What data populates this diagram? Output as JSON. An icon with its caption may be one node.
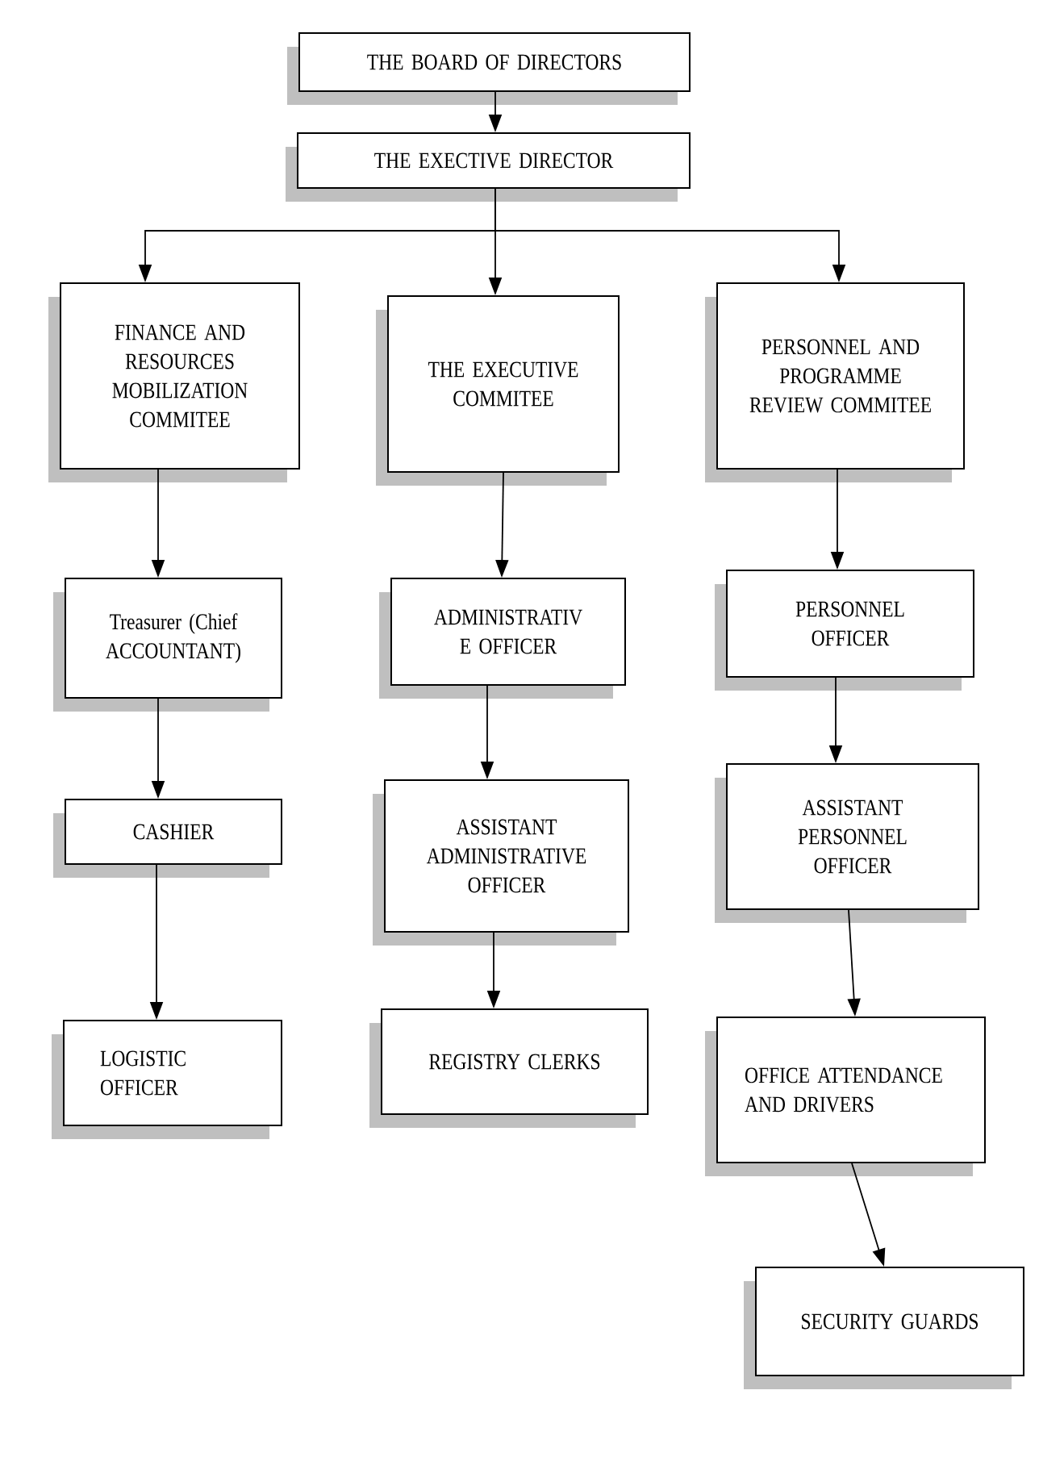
{
  "diagram": {
    "nodes": [
      {
        "text": [
          "THE BOARD OF DIRECTORS"
        ]
      },
      {
        "text": [
          "THE EXECTIVE DIRECTOR"
        ]
      },
      {
        "text": [
          "FINANCE AND RESOURCES MOBILIZATION COMMITEE"
        ]
      },
      {
        "text": [
          "THE EXECUTIVE COMMITEE"
        ]
      },
      {
        "text": [
          "PERSONNEL AND PROGRAMME REVIEW COMMITEE"
        ]
      },
      {
        "text": [
          "Treasurer (Chief ACCOUNTANT)"
        ]
      },
      {
        "text": [
          "ADMINISTRATIV E OFFICER"
        ]
      },
      {
        "text": [
          "PERSONNEL OFFICER"
        ]
      },
      {
        "text": [
          "CASHIER"
        ]
      },
      {
        "text": [
          "ASSISTANT ADMINISTRATIVE OFFICER"
        ]
      },
      {
        "text": [
          "ASSISTANT PERSONNEL OFFICER"
        ]
      },
      {
        "text": [
          "LOGISTIC OFFICER"
        ]
      },
      {
        "text": [
          "REGISTRY CLERKS"
        ]
      },
      {
        "text": [
          "OFFICE ATTENDANCE AND DRIVERS"
        ]
      },
      {
        "text": [
          "SECURITY GUARDS"
        ]
      }
    ],
    "edges": [
      {
        "from": 0,
        "to": 1,
        "arrow": "to"
      },
      {
        "from": 1,
        "to": 2,
        "arrow": "to"
      },
      {
        "from": 1,
        "to": 3,
        "arrow": "to"
      },
      {
        "from": 1,
        "to": 4,
        "arrow": "to"
      },
      {
        "from": 2,
        "to": 5,
        "arrow": "to"
      },
      {
        "from": 5,
        "to": 8,
        "arrow": "to"
      },
      {
        "from": 8,
        "to": 11,
        "arrow": "to"
      },
      {
        "from": 3,
        "to": 6,
        "arrow": "to"
      },
      {
        "from": 6,
        "to": 9,
        "arrow": "to"
      },
      {
        "from": 9,
        "to": 12,
        "arrow": "to"
      },
      {
        "from": 4,
        "to": 7,
        "arrow": "to"
      },
      {
        "from": 7,
        "to": 10,
        "arrow": "to"
      },
      {
        "from": 10,
        "to": 13,
        "arrow": "to"
      },
      {
        "from": 13,
        "to": 14,
        "arrow": "to"
      }
    ]
  }
}
